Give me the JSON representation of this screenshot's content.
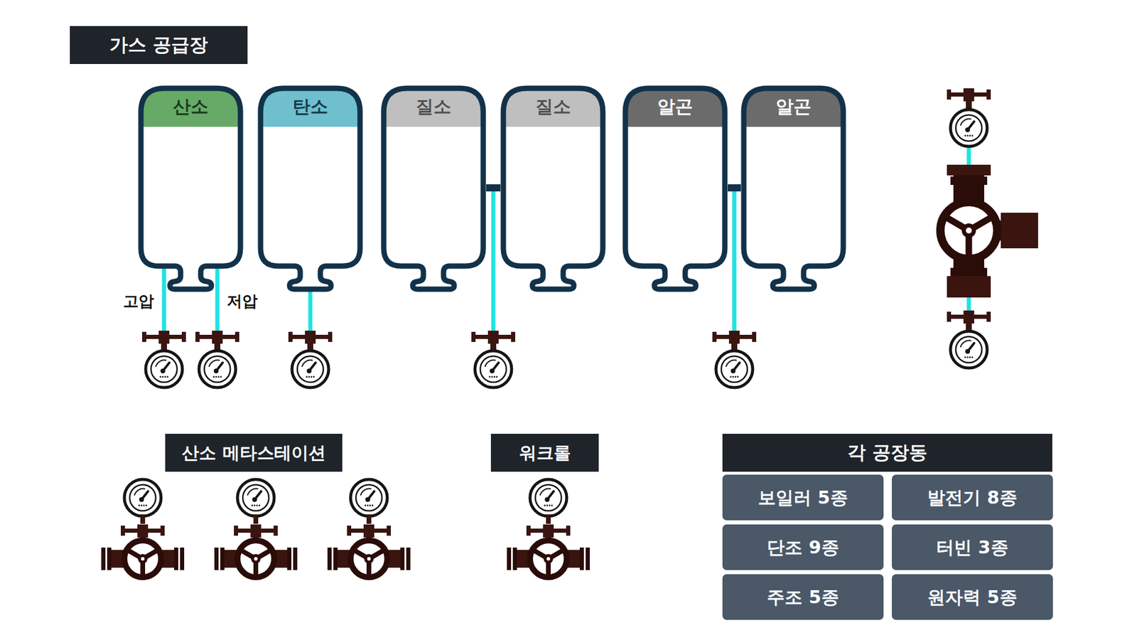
{
  "diagram": {
    "nodes": [
      {
        "text": [
          "가스 공급장"
        ]
      },
      {
        "text": [
          "산소"
        ]
      },
      {
        "text": [
          "탄소"
        ]
      },
      {
        "text": [
          "질소"
        ]
      },
      {
        "text": [
          "질소"
        ]
      },
      {
        "text": [
          "알곤"
        ]
      },
      {
        "text": [
          "알곤"
        ]
      },
      {
        "text": [
          "산소 메타스테이션"
        ]
      },
      {
        "text": [
          "워크롤"
        ]
      },
      {
        "text": [
          "각 공장동"
        ]
      },
      {
        "text": [
          "보일러 5종"
        ]
      },
      {
        "text": [
          "발전기 8종"
        ]
      },
      {
        "text": [
          "단조 9종"
        ]
      },
      {
        "text": [
          "터빈 3종"
        ]
      },
      {
        "text": [
          "주조 5종"
        ]
      },
      {
        "text": [
          "원자력 5종"
        ]
      }
    ],
    "edges": [
      {
        "from": 3,
        "to": 4,
        "arrow": "none"
      },
      {
        "from": 5,
        "to": 6,
        "arrow": "none"
      }
    ],
    "labels": [
      "고압",
      "저압"
    ]
  }
}
